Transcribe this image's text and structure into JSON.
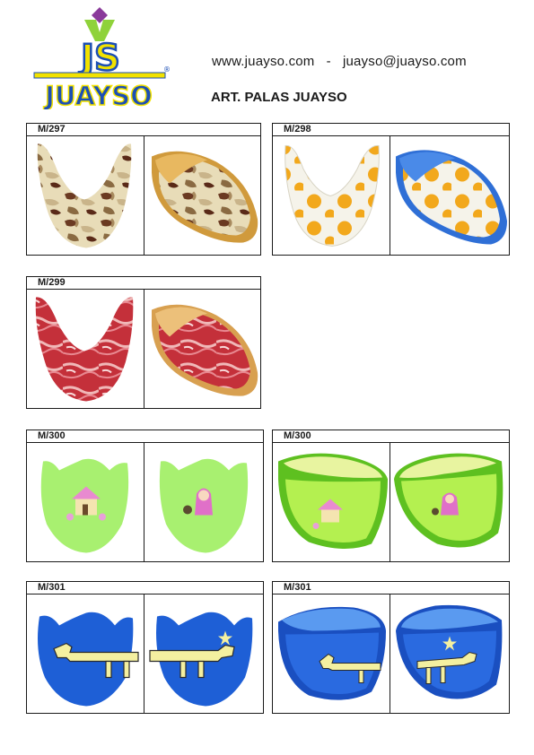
{
  "brand": {
    "logo_text": "JS",
    "name": "JUAYSO",
    "trademark": "®"
  },
  "contact": {
    "website": "www.juayso.com",
    "separator": "-",
    "email": "juayso@juayso.com"
  },
  "title": "ART. PALAS JUAYSO",
  "cards": [
    {
      "code": "M/297",
      "pattern": "camouflage",
      "left_view": "flat-upper",
      "right_view": "slipper",
      "lining_color": "#d09a3c"
    },
    {
      "code": "M/298",
      "pattern": "fried-eggs",
      "left_view": "flat-upper",
      "right_view": "slipper",
      "lining_color": "#2f6fd6"
    },
    {
      "code": "M/299",
      "pattern": "red-meat",
      "left_view": "flat-upper",
      "right_view": "slipper",
      "lining_color": "#d8a050"
    },
    {
      "code": "M/300",
      "pattern": "green-house-girl",
      "left_view": "flat-upper-pair",
      "right_view": "flat-upper-pair",
      "lining_color": "#a8f070"
    },
    {
      "code": "M/300",
      "pattern": "green-house-girl",
      "left_view": "slipper",
      "right_view": "slipper",
      "lining_color": "#c8f060"
    },
    {
      "code": "M/301",
      "pattern": "blue-dog",
      "left_view": "flat-upper-pair",
      "right_view": "flat-upper-pair",
      "lining_color": "#1e5fd6"
    },
    {
      "code": "M/301",
      "pattern": "blue-dog",
      "left_view": "slipper",
      "right_view": "slipper",
      "lining_color": "#2a6ae0"
    }
  ]
}
